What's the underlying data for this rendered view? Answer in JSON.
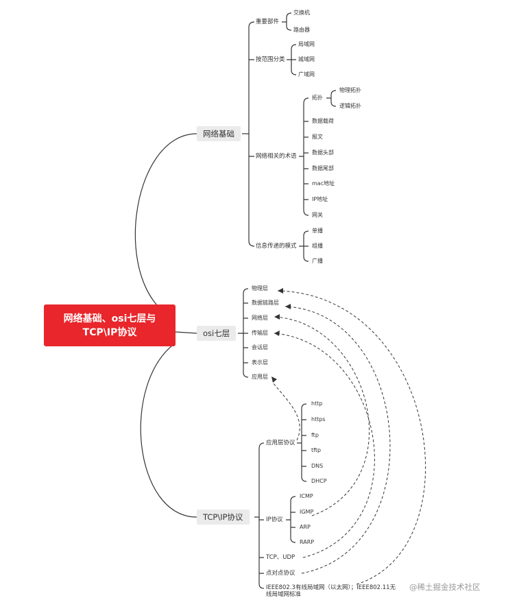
{
  "root": {
    "line1": "网络基础、osi七层与",
    "line2": "TCP\\IP协议"
  },
  "branches": {
    "network_basics": {
      "label": "网络基础",
      "important_parts": {
        "label": "重要部件",
        "items": [
          "交换机",
          "路由器"
        ]
      },
      "by_range": {
        "label": "按范围分类",
        "items": [
          "局域网",
          "城域网",
          "广域网"
        ]
      },
      "terms": {
        "label": "网络相关的术语",
        "topology": {
          "label": "拓扑",
          "items": [
            "物理拓扑",
            "逻辑拓扑"
          ]
        },
        "items": [
          "数据载荷",
          "报文",
          "数据头部",
          "数据尾部",
          "mac地址",
          "IP地址",
          "网关"
        ]
      },
      "transmission_modes": {
        "label": "信息传递的模式",
        "items": [
          "单播",
          "组播",
          "广播"
        ]
      }
    },
    "osi": {
      "label": "osi七层",
      "layers": [
        "物理层",
        "数据链路层",
        "网络层",
        "传输层",
        "会话层",
        "表示层",
        "应用层"
      ]
    },
    "tcpip": {
      "label": "TCP\\IP协议",
      "app_protocols": {
        "label": "应用层协议",
        "items": [
          "http",
          "https",
          "ftp",
          "tftp",
          "DNS",
          "DHCP"
        ]
      },
      "ip_protocols": {
        "label": "IP协议",
        "items": [
          "ICMP",
          "IGMP",
          "ARP",
          "RARP"
        ]
      },
      "tcp_udp": "TCP、UDP",
      "p2p": "点对点协议",
      "ieee_line1": "IEEE802.3有线局域网（以太网）；IEEE802.11无",
      "ieee_line2": "线局域网标准"
    }
  },
  "watermark": "@稀土掘金技术社区",
  "colors": {
    "root_bg": "#e8262b",
    "main_bg": "#ebebeb",
    "line": "#333333"
  }
}
